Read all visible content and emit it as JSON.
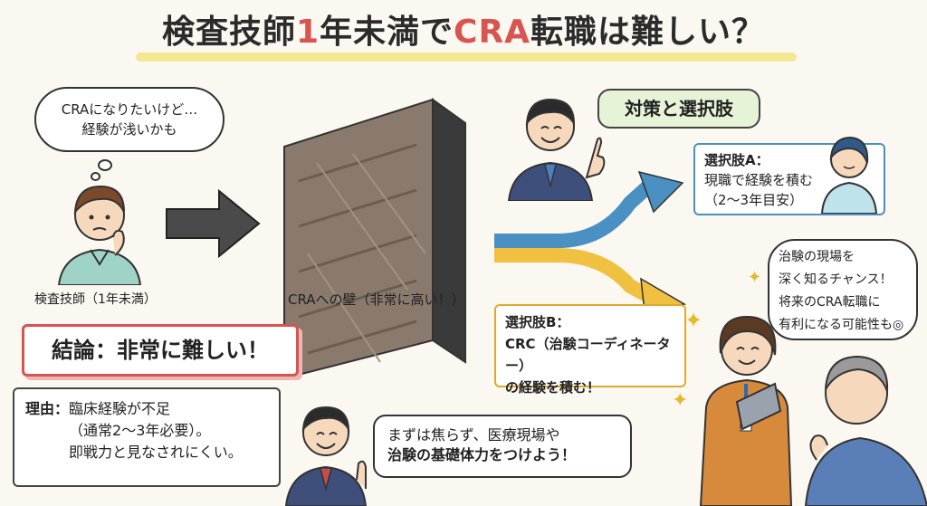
{
  "title": {
    "part1": "検査技師",
    "part2": "1",
    "part3": "年未満で",
    "part4": "CRA",
    "part5": "転職は難しい？"
  },
  "left": {
    "thought_line1": "CRAになりたいけど…",
    "thought_line2": "経験が浅いかも",
    "person_label": "検査技師（1年未満）"
  },
  "wall": {
    "label": "CRAへの壁（非常に高い！）"
  },
  "conclusion": {
    "heading": "結論：非常に難しい！",
    "reason_label": "理由：",
    "reason_line1": "臨床経験が不足",
    "reason_line2": "（通常2〜3年必要）。",
    "reason_line3": "即戦力と見なされにくい。"
  },
  "advice": {
    "line1": "まずは焦らず、医療現場や",
    "line2": "治験の基礎体力をつけよう！"
  },
  "strategy": {
    "tag": "対策と選択肢"
  },
  "option_a": {
    "title": "選択肢A：",
    "line1": "現職で経験を積む",
    "line2": "（2〜3年目安）"
  },
  "option_b": {
    "title": "選択肢B：",
    "line1": "CRC（治験コーディネーター）",
    "line2": "の経験を積む！"
  },
  "crc_speech": {
    "line1": "治験の現場を",
    "line2": "深く知るチャンス！",
    "line3": "将来のCRA転職に",
    "line4": "有利になる可能性も◎"
  },
  "colors": {
    "accent_red": "#d9534f",
    "path_blue": "#4a90c2",
    "path_yellow": "#f0c040",
    "tag_green": "#e7f3d6",
    "wall_brown": "#8a7a6e"
  }
}
